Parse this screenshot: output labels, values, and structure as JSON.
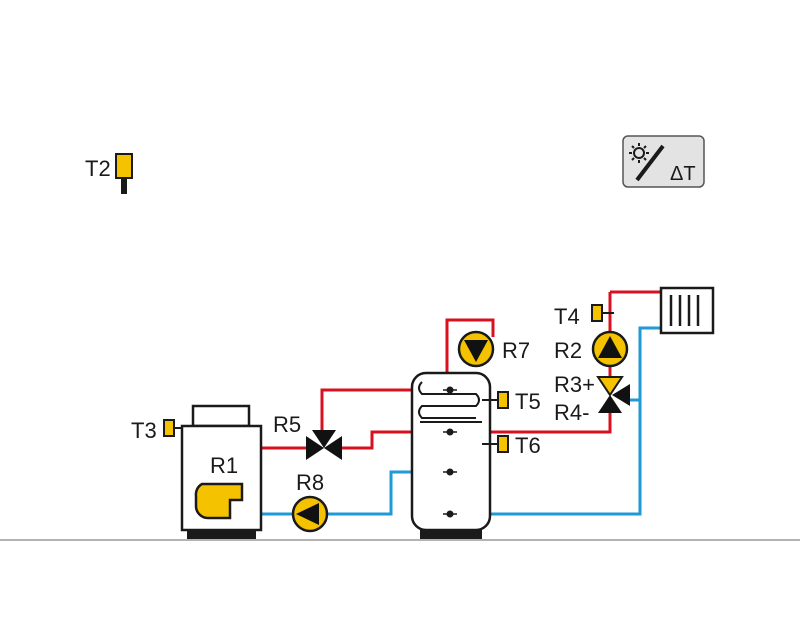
{
  "labels": {
    "T2": "T2",
    "T3": "T3",
    "T4": "T4",
    "T5": "T5",
    "T6": "T6",
    "R1": "R1",
    "R2": "R2",
    "R3": "R3+",
    "R4": "R4-",
    "R5": "R5",
    "R7": "R7",
    "R8": "R8"
  },
  "solar_controller": {
    "symbol": "ΔT",
    "icon": "sun-collector-icon"
  },
  "colors": {
    "hot": "#d8101f",
    "cold": "#1e9ad6",
    "sensor": "#f5c200",
    "outline": "#1a1a1a"
  }
}
